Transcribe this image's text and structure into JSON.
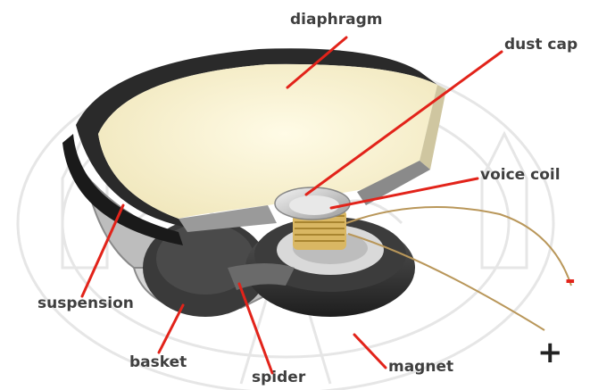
{
  "diagram": {
    "labels": {
      "diaphragm": "diaphragm",
      "dust_cap": "dust cap",
      "voice_coil": "voice coil",
      "suspension": "suspension",
      "basket": "basket",
      "spider": "spider",
      "magnet": "magnet"
    },
    "terminals": {
      "negative": "-",
      "positive": "+"
    },
    "colors": {
      "leader_line": "#e2231a",
      "cone": "#f6f0cf",
      "dark_rim": "#2a2a2a",
      "coil_copper": "#c8a24a",
      "label_text": "#3f3f3f"
    },
    "watermark": "thai temple emblem"
  }
}
